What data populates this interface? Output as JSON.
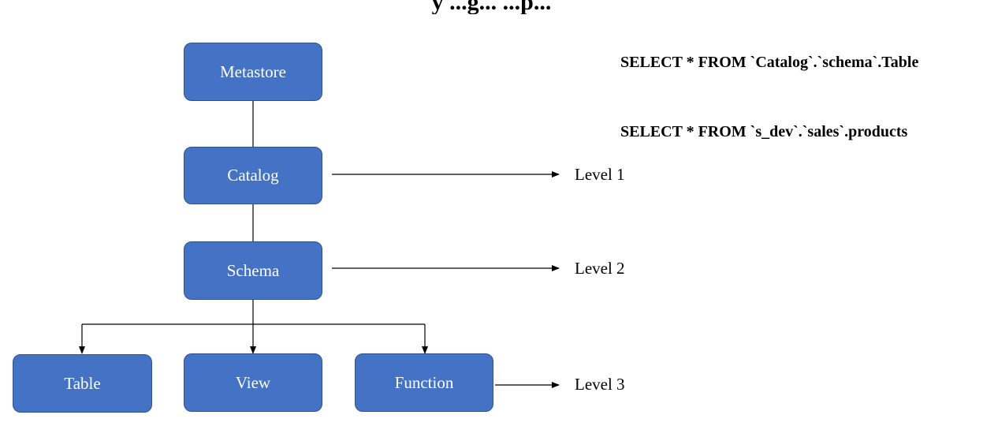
{
  "diagram": {
    "title": "y ...g... ...p...",
    "colors": {
      "node_fill": "#4472c4",
      "node_border": "#2f528f",
      "node_text": "#ffffff",
      "line": "#000000"
    },
    "nodes": {
      "metastore": "Metastore",
      "catalog": "Catalog",
      "schema": "Schema",
      "table": "Table",
      "view": "View",
      "function": "Function"
    },
    "levels": {
      "level1": "Level 1",
      "level2": "Level 2",
      "level3": "Level 3"
    },
    "queries": {
      "generic": "SELECT * FROM `Catalog`.`schema`.Table",
      "example": "SELECT * FROM `s_dev`.`sales`.products"
    }
  }
}
